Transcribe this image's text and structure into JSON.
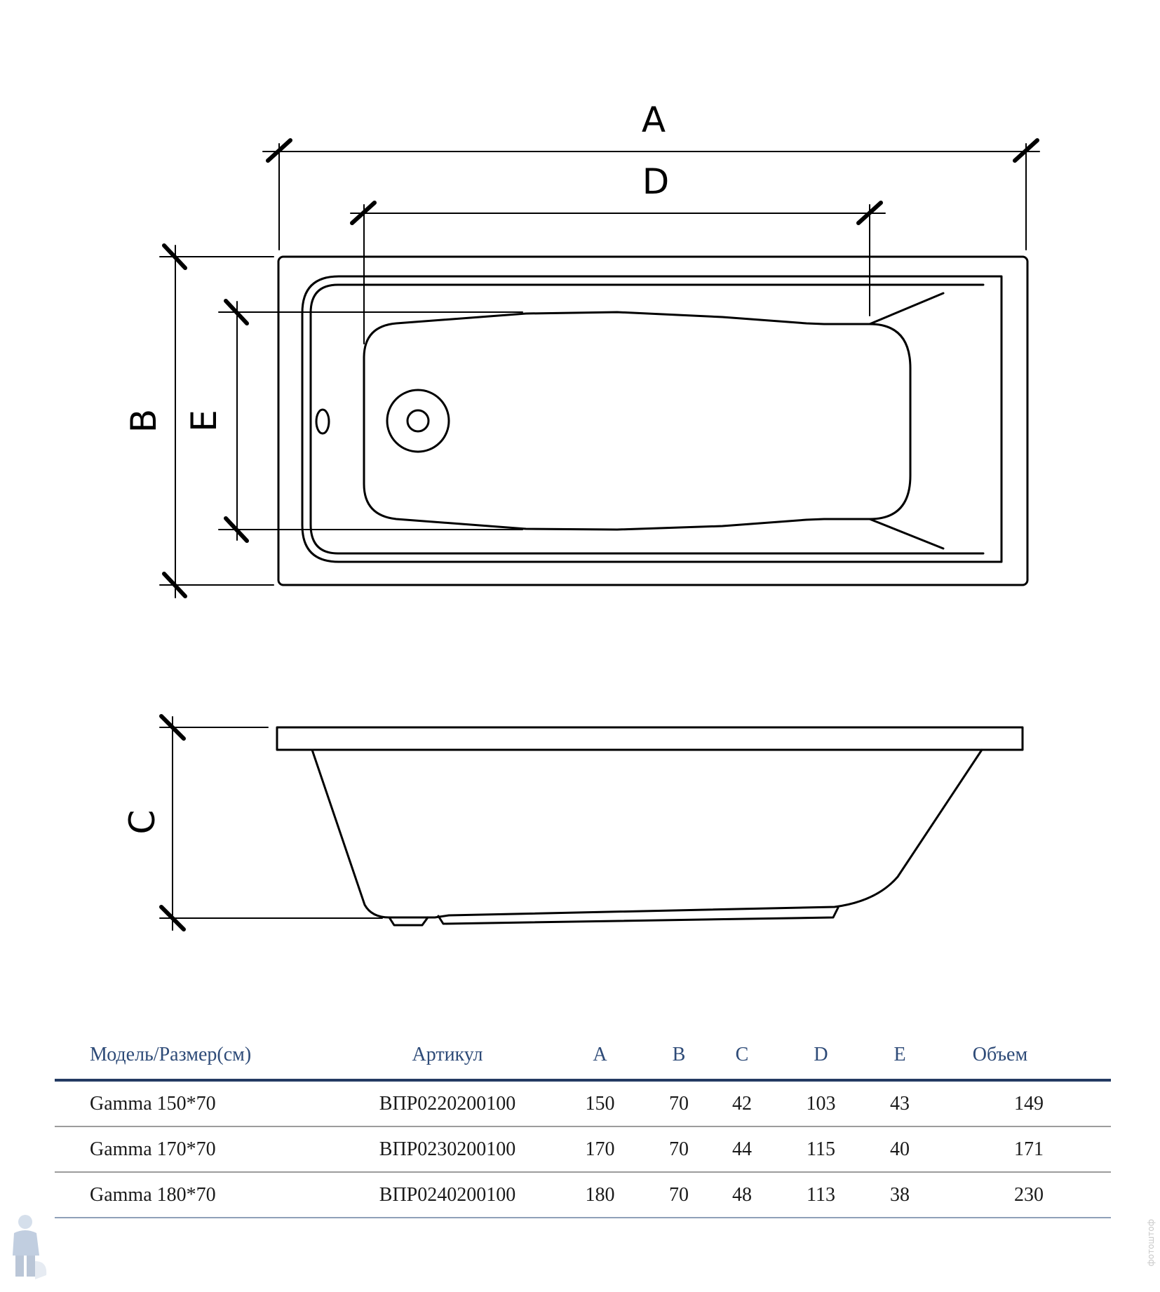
{
  "dimensions": {
    "a": "A",
    "b": "B",
    "c": "C",
    "d": "D",
    "e": "E"
  },
  "table": {
    "headers": [
      "Модель/Размер(см)",
      "Артикул",
      "A",
      "B",
      "C",
      "D",
      "E",
      "Объем"
    ],
    "rows": [
      [
        "Gamma 150*70",
        "ВПР0220200100",
        "150",
        "70",
        "42",
        "103",
        "43",
        "149"
      ],
      [
        "Gamma 170*70",
        "ВПР0230200100",
        "170",
        "70",
        "44",
        "115",
        "40",
        "171"
      ],
      [
        "Gamma 180*70",
        "ВПР0240200100",
        "180",
        "70",
        "48",
        "113",
        "38",
        "230"
      ]
    ]
  },
  "colors": {
    "header_text": "#2e4b78",
    "header_rule": "#243b63",
    "row_rule": "#9c9c9c",
    "drawing_stroke": "#000000"
  },
  "watermark": "фотоштоф",
  "mascot": "plumber-mascot-icon"
}
